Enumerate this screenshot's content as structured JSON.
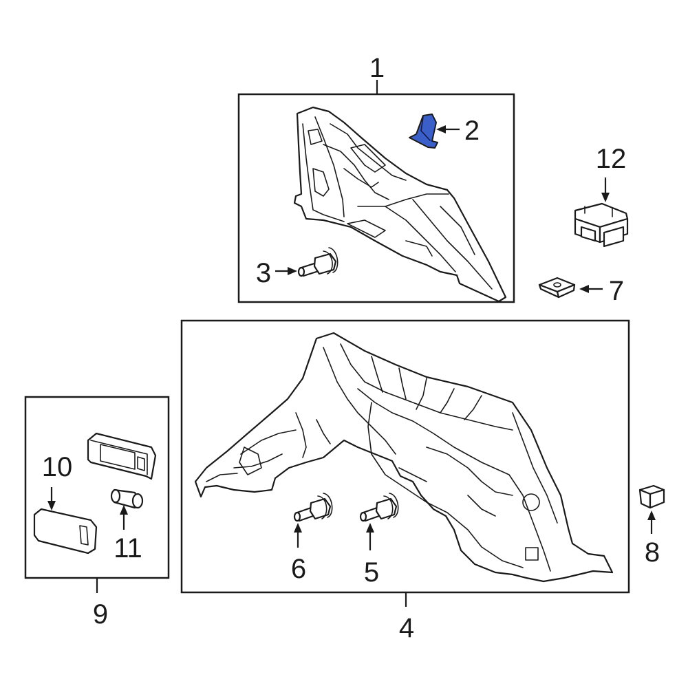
{
  "colors": {
    "line": "#1a1a1a",
    "background": "#ffffff",
    "highlight": "#3b5fc9"
  },
  "callouts": {
    "c1": "1",
    "c2": "2",
    "c3": "3",
    "c4": "4",
    "c5": "5",
    "c6": "6",
    "c7": "7",
    "c8": "8",
    "c9": "9",
    "c10": "10",
    "c11": "11",
    "c12": "12"
  }
}
